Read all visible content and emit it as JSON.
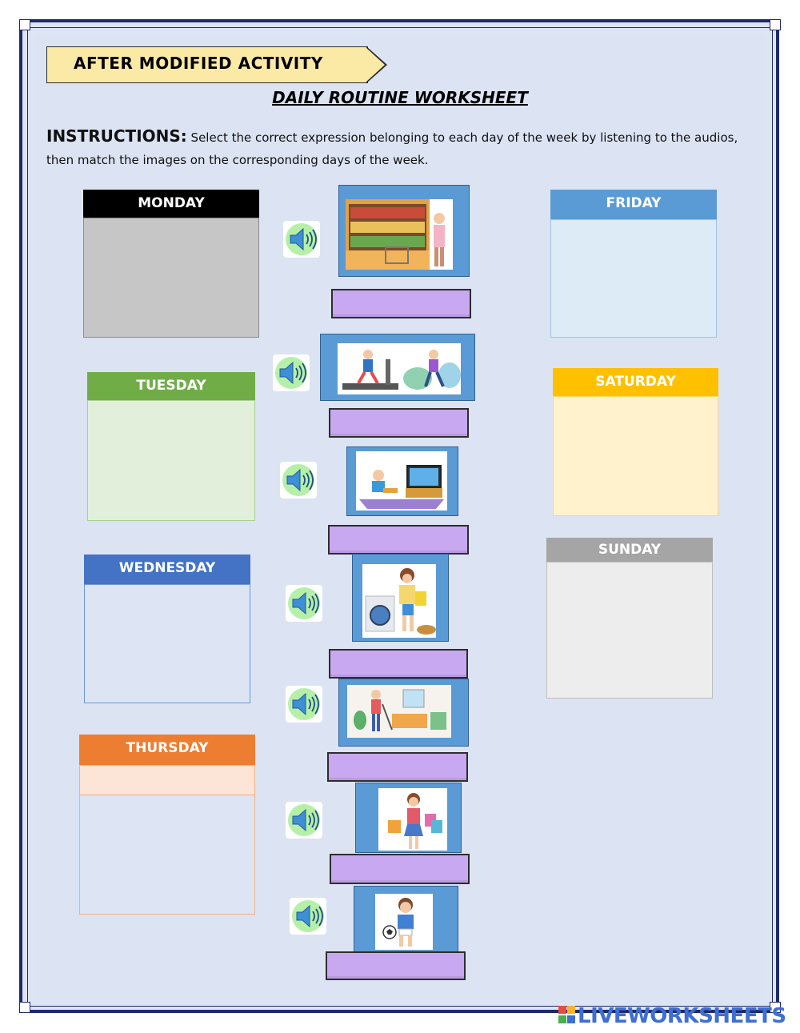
{
  "banner": {
    "text": "AFTER MODIFIED ACTIVITY"
  },
  "title": "DAILY ROUTINE WORKSHEET",
  "instructions": {
    "lead": "INSTRUCTIONS:",
    "text": " Select the correct expression belonging to each day of the week by listening to the audios, then match the images on the corresponding days of the week."
  },
  "days": [
    {
      "label": "MONDAY",
      "head_color": "#000000",
      "body_color": "#c6c6c6"
    },
    {
      "label": "TUESDAY",
      "head_color": "#70ad47",
      "body_color": "#e2efda"
    },
    {
      "label": "WEDNESDAY",
      "head_color": "#4472c4",
      "body_color": "#dde4f4"
    },
    {
      "label": "THURSDAY",
      "head_color": "#ed7d31",
      "body_color": "#dde4f4"
    },
    {
      "label": "FRIDAY",
      "head_color": "#5b9bd5",
      "body_color": "#ddebf7"
    },
    {
      "label": "SATURDAY",
      "head_color": "#ffc000",
      "body_color": "#fff2cc"
    },
    {
      "label": "SUNDAY",
      "head_color": "#a5a5a5",
      "body_color": "#ededed"
    }
  ],
  "activities": [
    {
      "image": "grocery-store-image",
      "answer": ""
    },
    {
      "image": "running-exercise-image",
      "answer": ""
    },
    {
      "image": "watching-tv-image",
      "answer": ""
    },
    {
      "image": "doing-laundry-image",
      "answer": ""
    },
    {
      "image": "cleaning-house-image",
      "answer": ""
    },
    {
      "image": "shopping-image",
      "answer": ""
    },
    {
      "image": "playing-soccer-image",
      "answer": ""
    }
  ],
  "footer": {
    "logo": "LIVEWORKSHEETS"
  }
}
